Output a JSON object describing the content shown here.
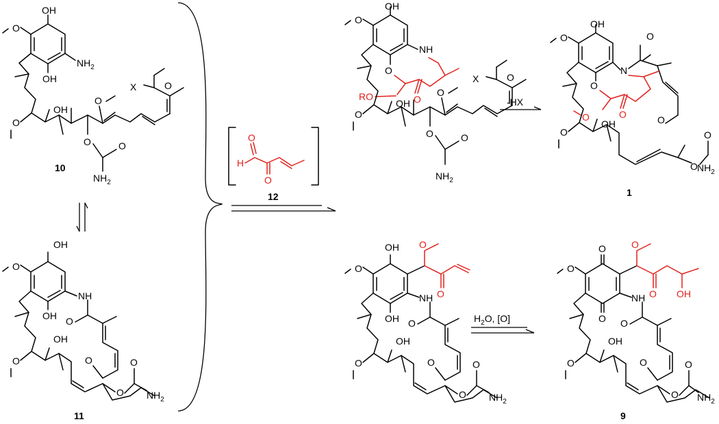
{
  "labels": {
    "oh": "OH",
    "nh2": "NH",
    "nh2_sub": "2",
    "nh": "NH",
    "n": "N",
    "o": "O",
    "x": "X",
    "ro": "RO",
    "h": "H",
    "h2o_reagent": "H",
    "h2o_sub": "2",
    "h2o_rest": "O, [O]",
    "hx": "-HX"
  },
  "compounds": {
    "c10": "10",
    "c11": "11",
    "c12": "12",
    "c1": "1",
    "c9": "9"
  },
  "colors": {
    "highlight": "#e0201b",
    "ink": "#000000"
  }
}
